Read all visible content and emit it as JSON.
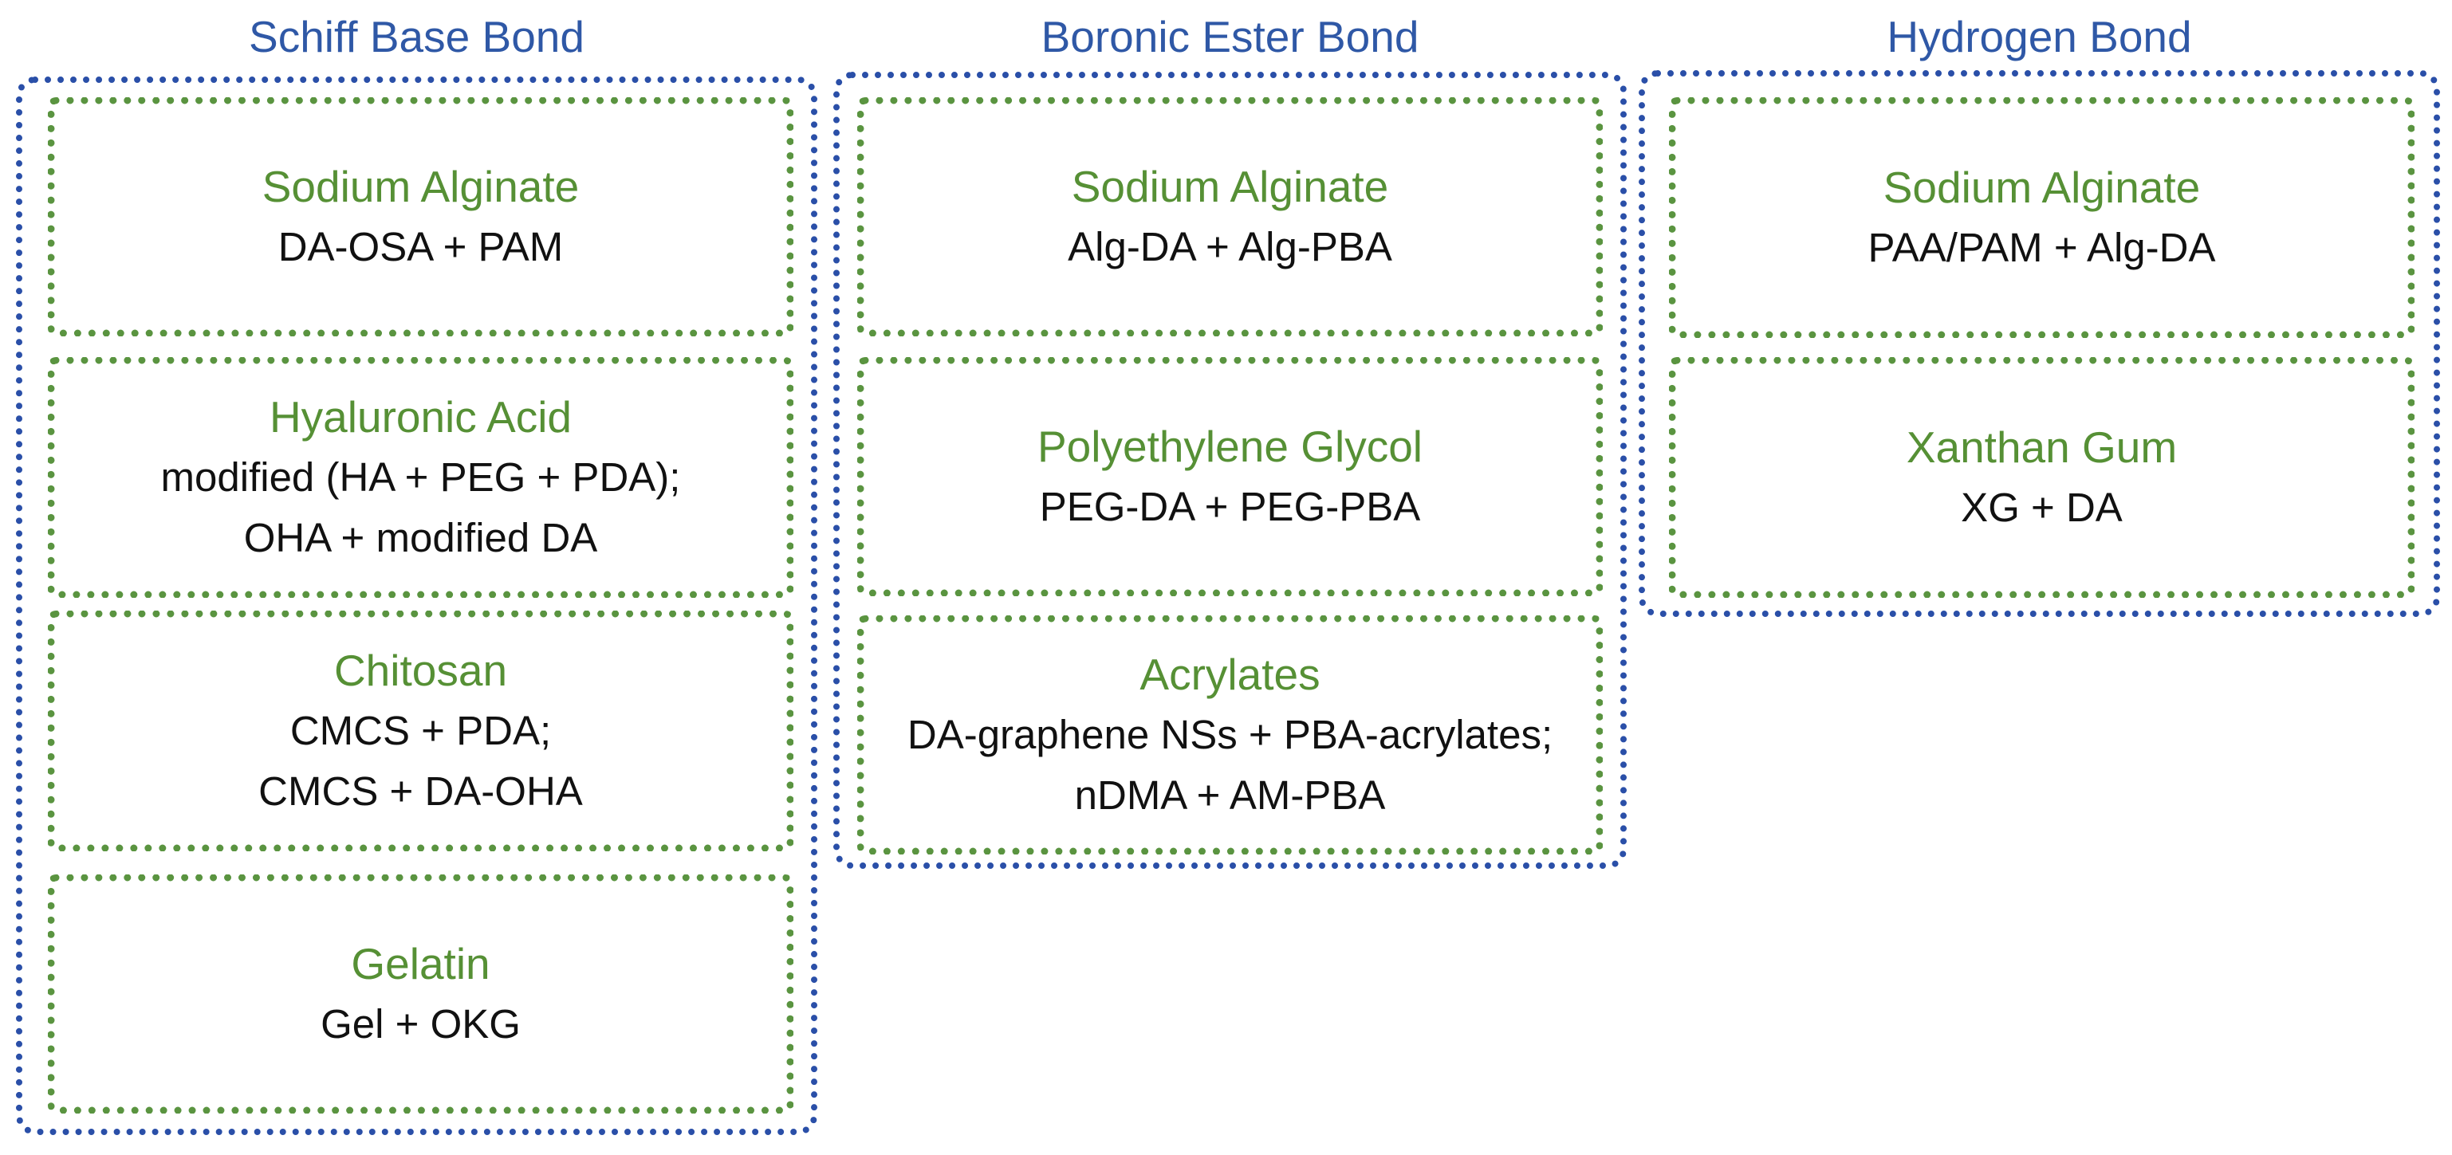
{
  "columns": [
    {
      "title": "Schiff Base Bond",
      "cards": [
        {
          "title": "Sodium Alginate",
          "lines": [
            "DA-OSA + PAM"
          ]
        },
        {
          "title": "Hyaluronic Acid",
          "lines": [
            "modified (HA + PEG + PDA);",
            "OHA + modified DA"
          ]
        },
        {
          "title": "Chitosan",
          "lines": [
            "CMCS + PDA;",
            "CMCS + DA-OHA"
          ]
        },
        {
          "title": "Gelatin",
          "lines": [
            "Gel + OKG"
          ]
        }
      ]
    },
    {
      "title": "Boronic Ester Bond",
      "cards": [
        {
          "title": "Sodium Alginate",
          "lines": [
            "Alg-DA + Alg-PBA"
          ]
        },
        {
          "title": "Polyethylene Glycol",
          "lines": [
            "PEG-DA + PEG-PBA"
          ]
        },
        {
          "title": "Acrylates",
          "lines": [
            "DA-graphene NSs + PBA-acrylates;",
            "nDMA + AM-PBA"
          ]
        }
      ]
    },
    {
      "title": "Hydrogen Bond",
      "cards": [
        {
          "title": "Sodium Alginate",
          "lines": [
            "PAA/PAM + Alg-DA"
          ]
        },
        {
          "title": "Xanthan Gum",
          "lines": [
            "XG + DA"
          ]
        }
      ]
    }
  ],
  "colors": {
    "heading_blue": "#2f58a6",
    "group_border_blue": "#2a4fa8",
    "card_border_green": "#5a9440",
    "card_title_green": "#569035",
    "body_text": "#111111"
  }
}
